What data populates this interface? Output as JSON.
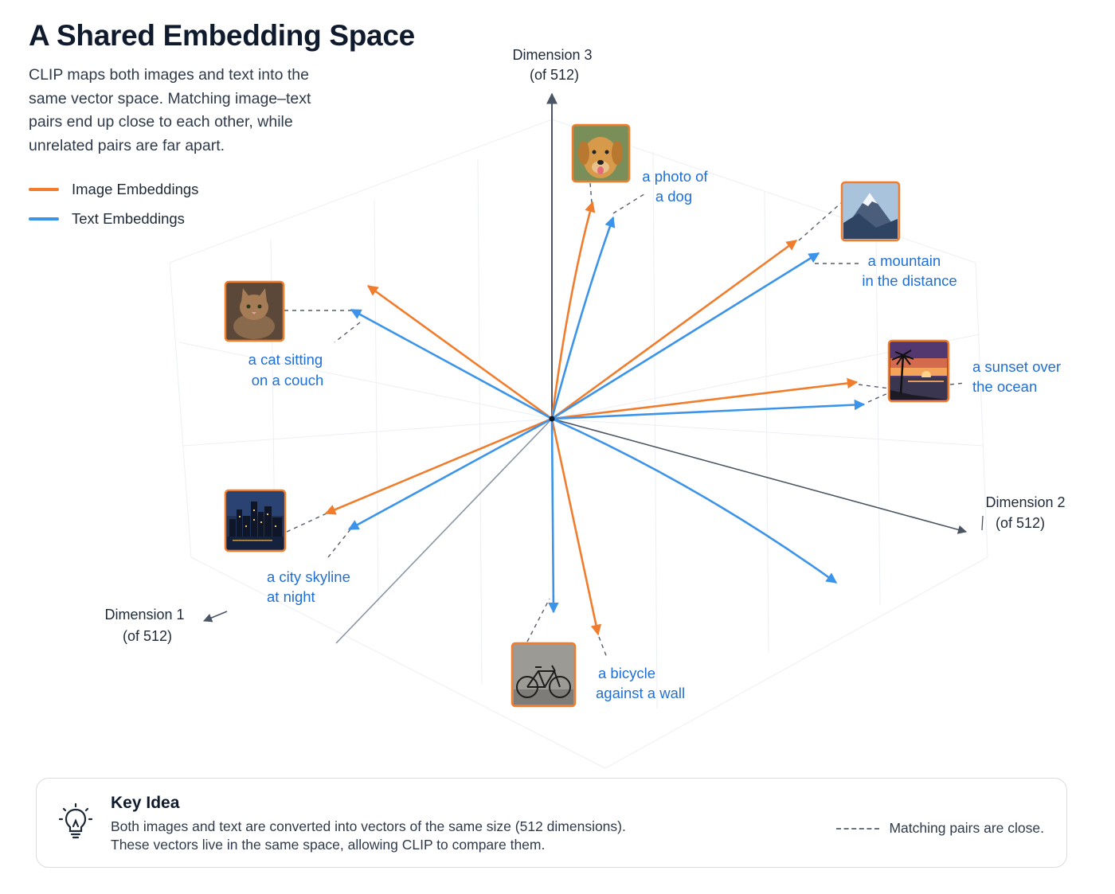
{
  "title": "A Shared Embedding Space",
  "subtitle": "CLIP maps both images and text into the same vector space. Matching image–text pairs end up close to each other, while unrelated pairs are far apart.",
  "legend": [
    {
      "label": "Image Embeddings",
      "color": "#f07c2c"
    },
    {
      "label": "Text Embeddings",
      "color": "#3b94ea"
    }
  ],
  "axes": {
    "dim3": [
      "Dimension 3",
      "(of 512)"
    ],
    "dim2": [
      "Dimension 2",
      "(of 512)"
    ],
    "dim1": [
      "Dimension 1",
      "(of 512)"
    ],
    "color": "#4b5563"
  },
  "pairs": [
    {
      "id": "dog",
      "image": "dog-photo",
      "label": [
        "a photo of",
        "a dog"
      ]
    },
    {
      "id": "mountain",
      "image": "mountain-photo",
      "label": [
        "a mountain",
        "in the distance"
      ]
    },
    {
      "id": "cat",
      "image": "cat-photo",
      "label": [
        "a cat sitting",
        "on a couch"
      ]
    },
    {
      "id": "sunset",
      "image": "sunset-photo",
      "label": [
        "a sunset over",
        "the ocean"
      ]
    },
    {
      "id": "city",
      "image": "city-skyline-photo",
      "label": [
        "a city skyline",
        "at night"
      ]
    },
    {
      "id": "bicycle",
      "image": "bicycle-photo",
      "label": [
        "a bicycle",
        "against a wall"
      ]
    }
  ],
  "callout": {
    "icon": "lightbulb-icon",
    "title": "Key Idea",
    "line1": "Both images and text are converted into vectors of the same size (512 dimensions).",
    "line2": "These vectors live in the same space, allowing CLIP to compare them.",
    "note": "Matching pairs are close."
  }
}
